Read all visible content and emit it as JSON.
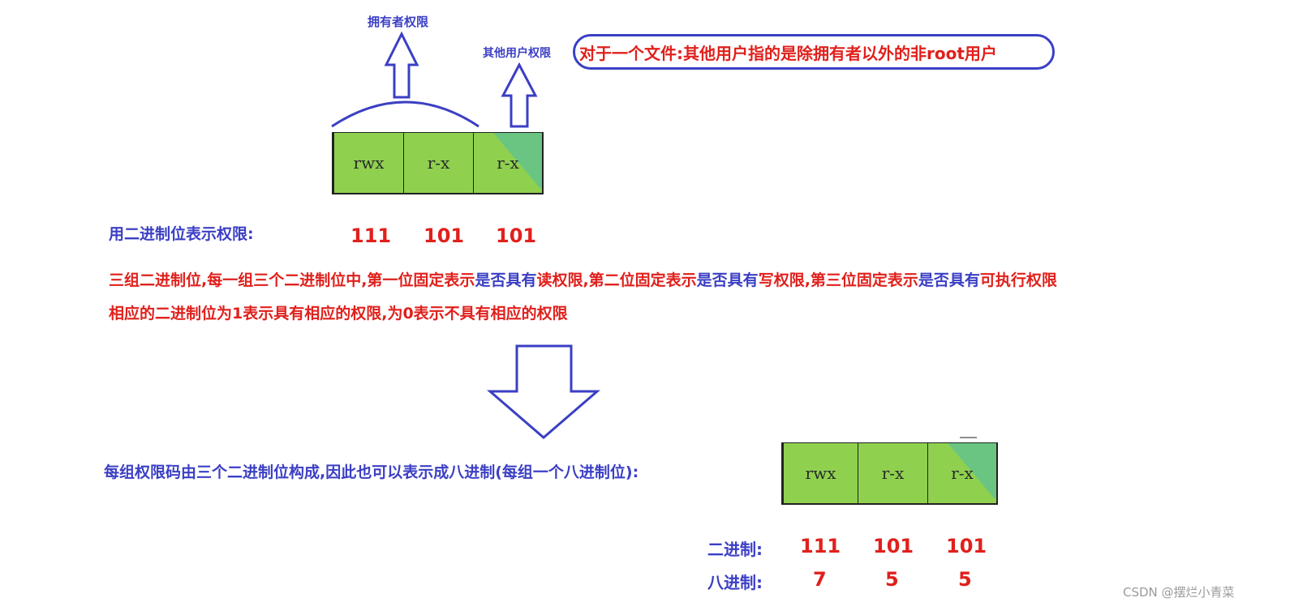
{
  "top": {
    "owner_label": "拥有者权限",
    "other_label": "其他用户权限",
    "note": "对于一个文件:其他用户指的是除拥有者以外的非root用户"
  },
  "permission_cells": [
    "rwx",
    "r-x",
    "r-x"
  ],
  "binary_row": {
    "label": "用二进制位表示权限:",
    "values": [
      "111",
      "101",
      "101"
    ]
  },
  "explanation": {
    "line1": {
      "seg1": "三组二进制位,每一组三个二进制位中,第一位固定表示",
      "seg2": "是否具有",
      "seg3": "读权限,第二位固定表示",
      "seg4": "是否具有",
      "seg5": "写权限,第三位固定表示",
      "seg6": "是否具有",
      "seg7": "可执行权限"
    },
    "line2": "相应的二进制位为1表示具有相应的权限,为0表示不具有相应的权限"
  },
  "octal_intro": "每组权限码由三个二进制位构成,因此也可以表示成八进制(每组一个八进制位):",
  "bottom_table": {
    "binary_label": "二进制:",
    "binary_values": [
      "111",
      "101",
      "101"
    ],
    "octal_label": "八进制:",
    "octal_values": [
      "7",
      "5",
      "5"
    ]
  },
  "watermark": "CSDN @摆烂小青菜",
  "colors": {
    "blue": "#3b3fc4",
    "red": "#e0201c",
    "cell_green": "#8fd14f"
  }
}
